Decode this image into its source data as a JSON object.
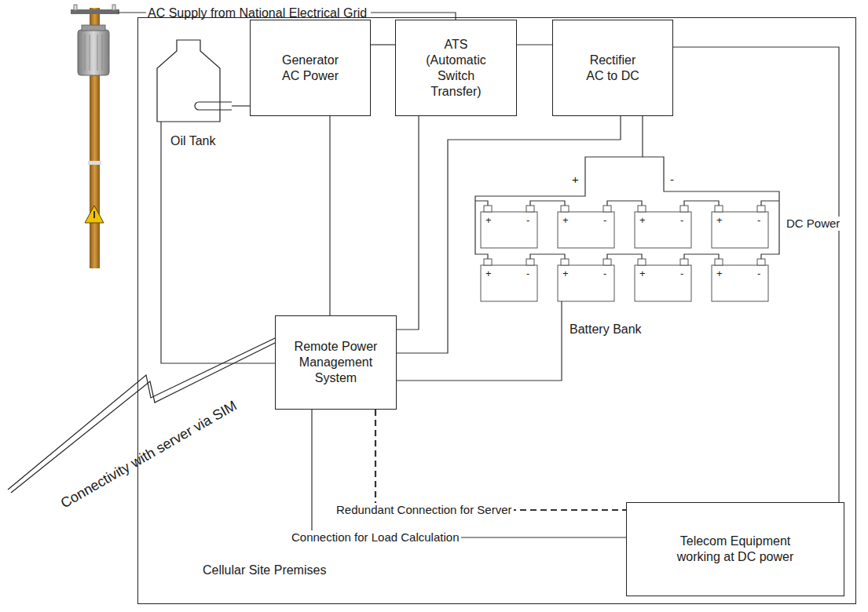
{
  "diagram": {
    "nodes": [
      {
        "text": [
          "Cellular Site Premises"
        ]
      },
      {
        "text": [
          "Oil Tank"
        ],
        "in": 0
      },
      {
        "text": [
          "Generator AC Power"
        ],
        "in": 0
      },
      {
        "text": [
          "ATS (Automatic Switch Transfer)"
        ],
        "in": 0
      },
      {
        "text": [
          "Rectifier AC to DC"
        ],
        "in": 0
      },
      {
        "text": [
          "Battery Bank"
        ],
        "in": 0
      },
      {
        "text": [
          "Remote Power Management System"
        ],
        "in": 0
      },
      {
        "text": [
          "Telecom Equipment working at DC power"
        ],
        "in": 0
      }
    ],
    "edges": [
      {
        "from": 1,
        "to": 2,
        "arrow": "none"
      },
      {
        "from": 2,
        "to": 3,
        "arrow": "none"
      },
      {
        "from": 3,
        "to": 4,
        "arrow": "none"
      },
      {
        "from": 4,
        "to": 7,
        "label": "DC Power",
        "arrow": "none"
      },
      {
        "from": 4,
        "to": 5,
        "arrow": "none"
      },
      {
        "from": 1,
        "to": 6,
        "arrow": "none"
      },
      {
        "from": 2,
        "to": 6,
        "arrow": "none"
      },
      {
        "from": 3,
        "to": 6,
        "arrow": "none"
      },
      {
        "from": 4,
        "to": 6,
        "arrow": "none"
      },
      {
        "from": 5,
        "to": 6,
        "arrow": "none"
      },
      {
        "from": 6,
        "to": 7,
        "label": "Connection for Load Calculation",
        "arrow": "none"
      },
      {
        "from": 6,
        "to": 7,
        "label": "Redundant Connection for Server",
        "arrow": "none"
      }
    ],
    "labels": [
      "AC Supply from National Electrical Grid",
      "+",
      "-",
      "+",
      "-",
      "+",
      "-",
      "+",
      "-",
      "+",
      "-",
      "+",
      "-",
      "+",
      "-",
      "+",
      "-",
      "+",
      "-",
      "Connectivity with server via SIM"
    ]
  }
}
